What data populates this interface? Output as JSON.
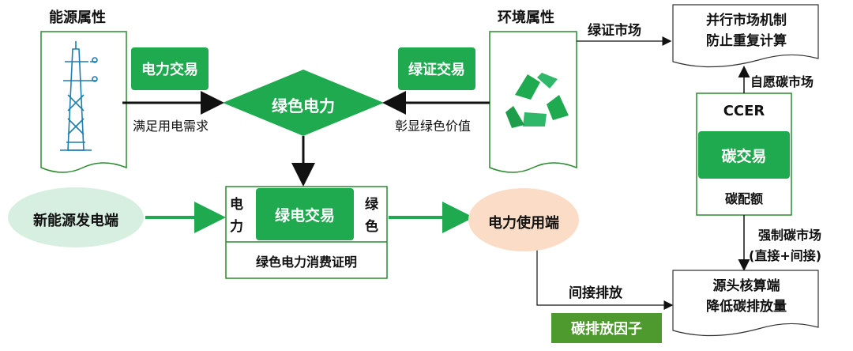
{
  "colors": {
    "green": "#1faa4f",
    "dark_green": "#2a8a2f",
    "light_green": "#d6efe0",
    "peach": "#fbdcc6",
    "text": "#111111"
  },
  "left": {
    "title": "能源属性",
    "icon": "power-tower-icon"
  },
  "right_env": {
    "title": "环境属性",
    "icon": "recycle-icon"
  },
  "boxes": {
    "power_trade": "电力交易",
    "cert_trade": "绿证交易",
    "green_power": "绿色电力",
    "green_trade": "绿电交易",
    "left_side_1": "电",
    "left_side_2": "力",
    "right_side_1": "绿",
    "right_side_2": "色",
    "consumption_cert": "绿色电力消费证明",
    "new_energy": "新能源发电端",
    "power_user": "电力使用端",
    "carbon_trade": "碳交易",
    "emission_factor": "碳排放因子"
  },
  "labels": {
    "meet_demand": "满足用电需求",
    "show_value": "彰显绿色价值",
    "cert_market": "绿证市场",
    "voluntary_market": "自愿碳市场",
    "mandatory_market_1": "强制碳市场",
    "mandatory_market_2": "(直接+间接)",
    "indirect_emission": "间接排放",
    "ccer": "CCER",
    "carbon_quota": "碳配额"
  },
  "docs": {
    "parallel_1": "并行市场机制",
    "parallel_2": "防止重复计算",
    "source_1": "源头核算端",
    "source_2": "降低碳排放量"
  }
}
